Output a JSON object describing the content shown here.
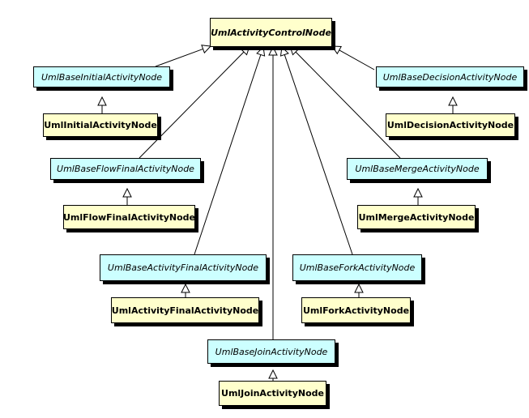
{
  "colors": {
    "abstract_fill": "#ccffff",
    "concrete_fill": "#ffffcc",
    "border": "#000000"
  },
  "nodes": {
    "control": "UmlActivityControlNode",
    "base_initial": "UmlBaseInitialActivityNode",
    "initial": "UmlInitialActivityNode",
    "base_decision": "UmlBaseDecisionActivityNode",
    "decision": "UmlDecisionActivityNode",
    "base_flow_final": "UmlBaseFlowFinalActivityNode",
    "flow_final": "UmlFlowFinalActivityNode",
    "base_merge": "UmlBaseMergeActivityNode",
    "merge": "UmlMergeActivityNode",
    "base_activity_final": "UmlBaseActivityFinalActivityNode",
    "activity_final": "UmlActivityFinalActivityNode",
    "base_fork": "UmlBaseForkActivityNode",
    "fork": "UmlForkActivityNode",
    "base_join": "UmlBaseJoinActivityNode",
    "join": "UmlJoinActivityNode"
  },
  "inheritance": [
    [
      "base_initial",
      "control"
    ],
    [
      "base_decision",
      "control"
    ],
    [
      "base_flow_final",
      "control"
    ],
    [
      "base_merge",
      "control"
    ],
    [
      "base_activity_final",
      "control"
    ],
    [
      "base_fork",
      "control"
    ],
    [
      "base_join",
      "control"
    ],
    [
      "initial",
      "base_initial"
    ],
    [
      "decision",
      "base_decision"
    ],
    [
      "flow_final",
      "base_flow_final"
    ],
    [
      "merge",
      "base_merge"
    ],
    [
      "activity_final",
      "base_activity_final"
    ],
    [
      "fork",
      "base_fork"
    ],
    [
      "join",
      "base_join"
    ]
  ]
}
